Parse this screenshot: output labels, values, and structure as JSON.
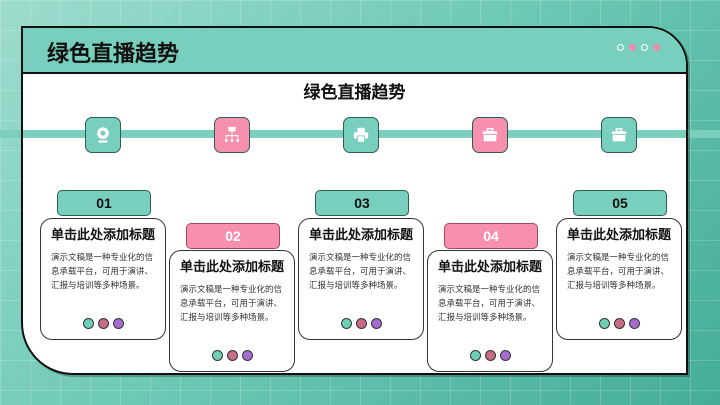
{
  "header": {
    "title": "绿色直播趋势",
    "indicator_dots": [
      "ring",
      "pink",
      "ring",
      "pink"
    ]
  },
  "slide": {
    "title": "绿色直播趋势"
  },
  "colors": {
    "teal": "#79cfbd",
    "pink": "#f78fae",
    "frame_border": "#111111",
    "dot_teal": "#6fcfb8",
    "dot_rose": "#c96a86",
    "dot_purple": "#a76bd0"
  },
  "steps": [
    {
      "number": "01",
      "icon": "webcam-icon",
      "color": "teal",
      "title": "单击此处添加标题",
      "body": "演示文稿是一种专业化的信息承载平台，可用于演讲、汇报与培训等多种场景。"
    },
    {
      "number": "02",
      "icon": "hierarchy-icon",
      "color": "pink",
      "title": "单击此处添加标题",
      "body": "演示文稿是一种专业化的信息承载平台，可用于演讲、汇报与培训等多种场景。"
    },
    {
      "number": "03",
      "icon": "printer-icon",
      "color": "teal",
      "title": "单击此处添加标题",
      "body": "演示文稿是一种专业化的信息承载平台，可用于演讲、汇报与培训等多种场景。"
    },
    {
      "number": "04",
      "icon": "toolbox-icon",
      "color": "pink",
      "title": "单击此处添加标题",
      "body": "演示文稿是一种专业化的信息承载平台，可用于演讲、汇报与培训等多种场景。"
    },
    {
      "number": "05",
      "icon": "toolbox-icon",
      "color": "teal",
      "title": "单击此处添加标题",
      "body": "演示文稿是一种专业化的信息承载平台，可用于演讲、汇报与培训等多种场景。"
    }
  ]
}
